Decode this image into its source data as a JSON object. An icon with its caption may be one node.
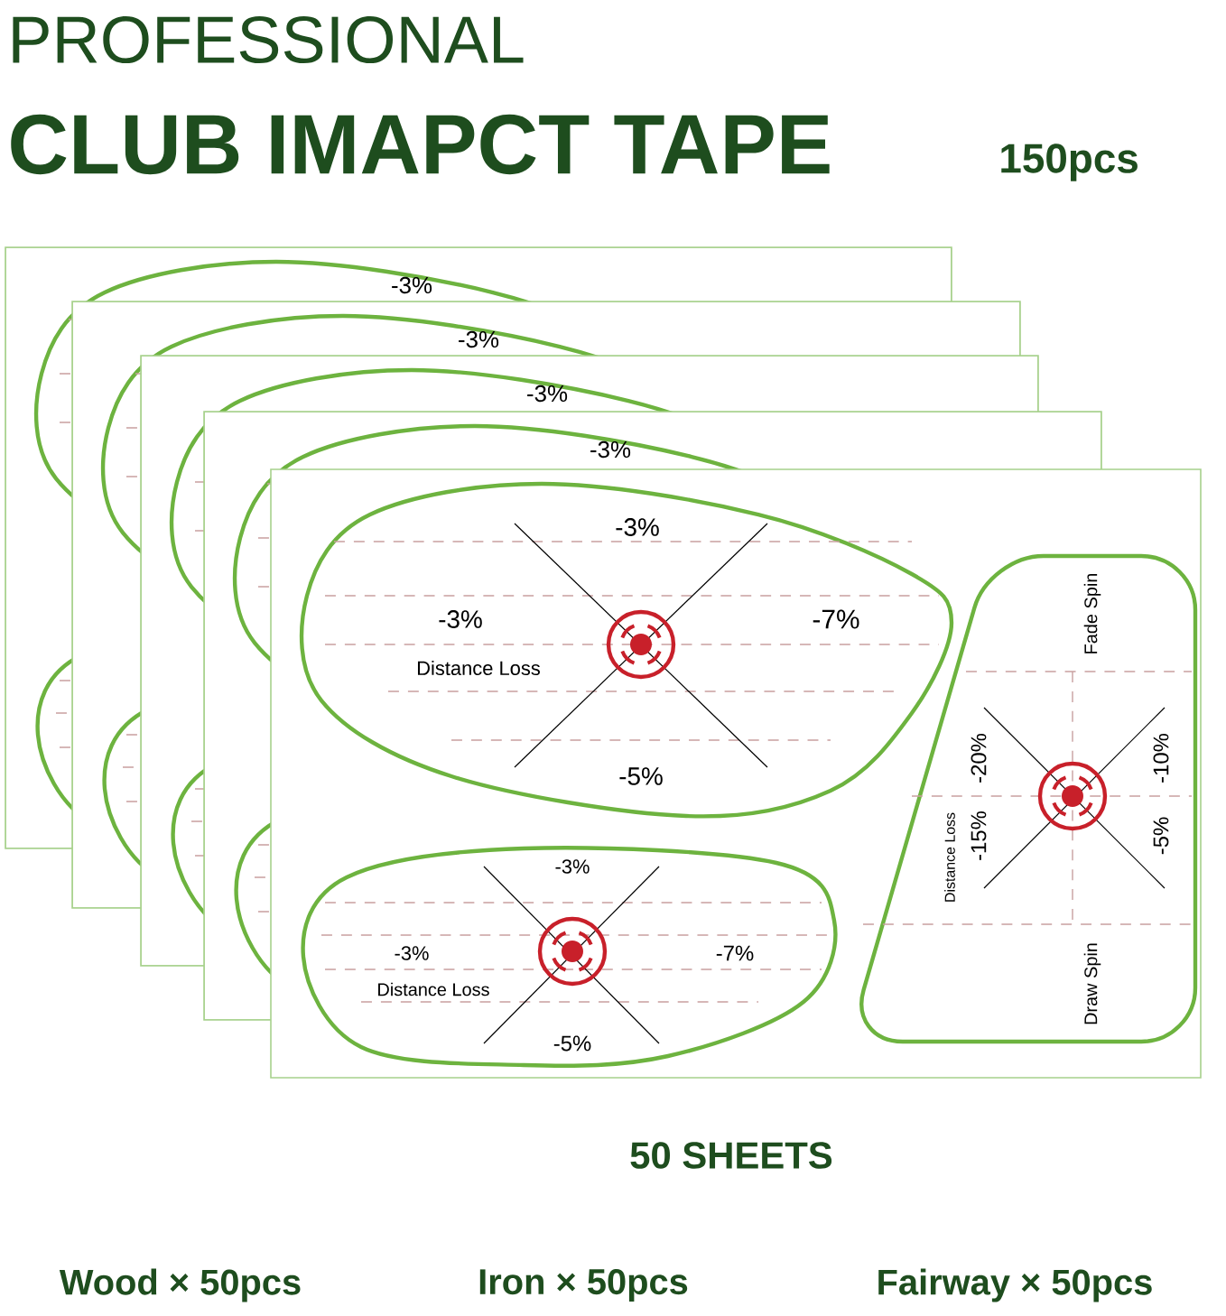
{
  "diagram": {
    "title": "PROFESSIONAL",
    "nodes": [
      {
        "text": [
          "-3%",
          "-3%",
          "-7%",
          "Distance Loss",
          "-5%"
        ]
      },
      {
        "text": [
          "-3%",
          "-3%",
          "-7%",
          "Distance Loss",
          "-5%"
        ]
      },
      {
        "text": [
          "Fade Spin",
          "-20%",
          "-10%",
          "-15%",
          "-5%",
          "Distance Loss",
          "Draw Spin"
        ]
      }
    ],
    "labels": [
      "CLUB IMAPCT TAPE",
      "150pcs",
      "-3%",
      "-3%",
      "-3%",
      "-3%",
      "50 SHEETS",
      "Wood × 50pcs",
      "Iron × 50pcs",
      "Fairway × 50pcs"
    ]
  }
}
